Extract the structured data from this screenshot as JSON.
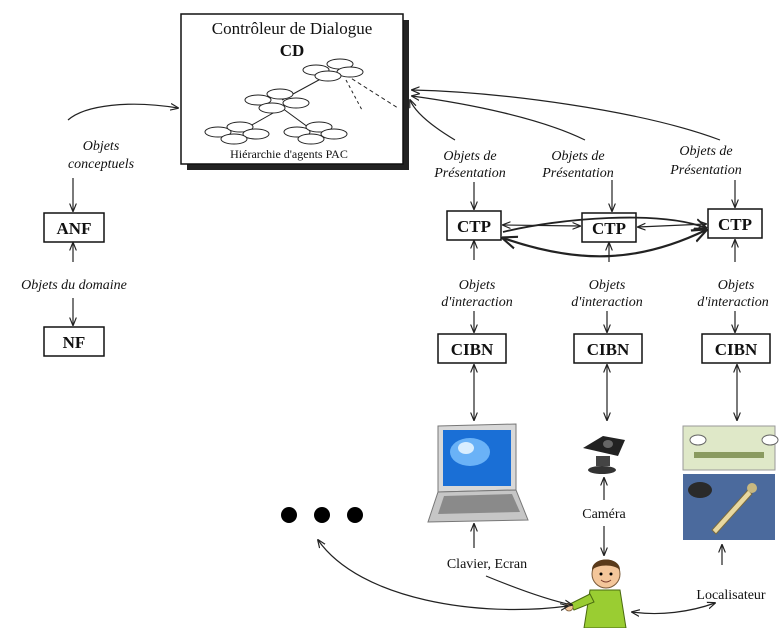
{
  "cd_box": {
    "title": "Contrôleur de Dialogue",
    "abbrev": "CD",
    "caption": "Hiérarchie d'agents PAC"
  },
  "left_column": {
    "link_cd": [
      "Objets",
      "conceptuels"
    ],
    "anf": "ANF",
    "link_domain": "Objets du domaine",
    "nf": "NF"
  },
  "columns": [
    {
      "presentation": [
        "Objets de",
        "Présentation"
      ],
      "ctp": "CTP",
      "interaction": [
        "Objets",
        "d'interaction"
      ],
      "cibn": "CIBN",
      "device": "laptop",
      "device_label": "Clavier, Ecran"
    },
    {
      "presentation": [
        "Objets de",
        "Présentation"
      ],
      "ctp": "CTP",
      "interaction": [
        "Objets",
        "d'interaction"
      ],
      "cibn": "CIBN",
      "device": "camera",
      "device_label": "Caméra"
    },
    {
      "presentation": [
        "Objets de",
        "Présentation"
      ],
      "ctp": "CTP",
      "interaction": [
        "Objets",
        "d'interaction"
      ],
      "cibn": "CIBN",
      "device": "localizer",
      "device_label": "Localisateur"
    }
  ],
  "colors": {
    "laptop_screen": "#1a6fd6",
    "user_shirt": "#9acd32",
    "user_hair": "#5a3a1a"
  }
}
